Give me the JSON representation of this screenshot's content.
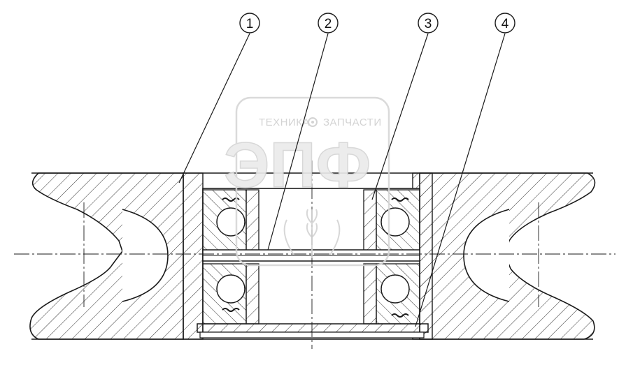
{
  "callouts": [
    {
      "label": "1"
    },
    {
      "label": "2"
    },
    {
      "label": "3"
    },
    {
      "label": "4"
    }
  ],
  "watermark": {
    "line1_left": "ТЕХНИКА",
    "line1_right": "ЗАПЧАСТИ",
    "logo": "ЭПФ",
    "gear_icon": "gear-icon",
    "wheat_icon": "wheat-icon"
  },
  "colors": {
    "ink": "#1a1a1a",
    "hatch": "#333333",
    "watermark": "#d0d0d0"
  }
}
